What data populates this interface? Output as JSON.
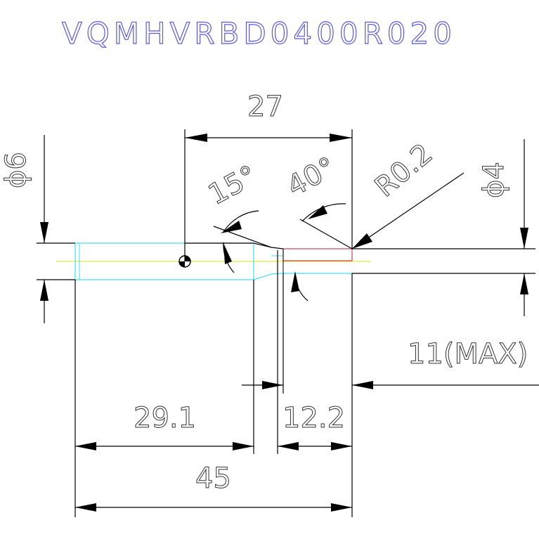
{
  "part_number": "VQMHVRBD0400R020",
  "dimensions": {
    "overall_gauge_length": "27",
    "shank_diameter": "ϕ6",
    "neck_angle": "15°",
    "tip_angle": "40°",
    "corner_radius": "R0.2",
    "tip_diameter": "ϕ4",
    "max_length": "11(MAX)",
    "shank_length": "29.1",
    "neck_length": "12.2",
    "overall_length": "45"
  },
  "colors": {
    "title": "#5a5ad8",
    "outline_cyan": "#46dcf0",
    "centerline_yellow": "#e6e600",
    "tip_magenta": "#c83c64",
    "dimension_lines": "#000000"
  }
}
